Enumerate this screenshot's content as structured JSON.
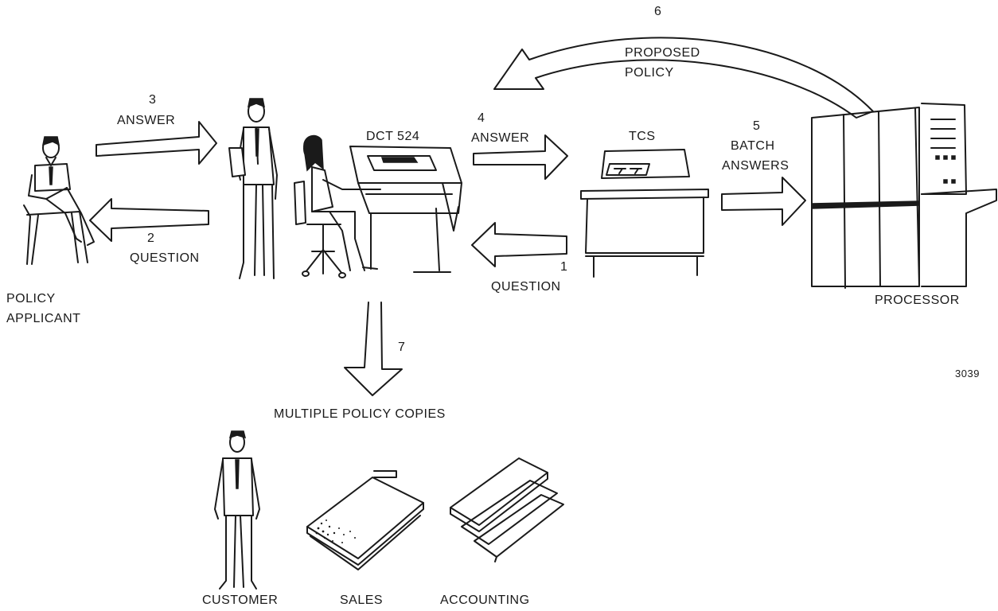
{
  "nodes": {
    "policy_applicant": {
      "line1": "POLICY",
      "line2": "APPLICANT"
    },
    "dct": {
      "label": "DCT 524"
    },
    "tcs": {
      "label": "TCS"
    },
    "processor": {
      "label": "PROCESSOR"
    }
  },
  "steps": {
    "s1": {
      "number": "1",
      "label": "QUESTION"
    },
    "s2": {
      "number": "2",
      "label": "QUESTION"
    },
    "s3": {
      "number": "3",
      "label": "ANSWER"
    },
    "s4": {
      "number": "4",
      "label": "ANSWER"
    },
    "s5": {
      "number": "5",
      "line1": "BATCH",
      "line2": "ANSWERS"
    },
    "s6": {
      "number": "6",
      "line1": "PROPOSED",
      "line2": "POLICY"
    },
    "s7": {
      "number": "7",
      "label": "MULTIPLE POLICY COPIES"
    }
  },
  "recipients": {
    "customer": "CUSTOMER",
    "sales": "SALES",
    "accounting": "ACCOUNTING"
  },
  "figure_id": "3039"
}
